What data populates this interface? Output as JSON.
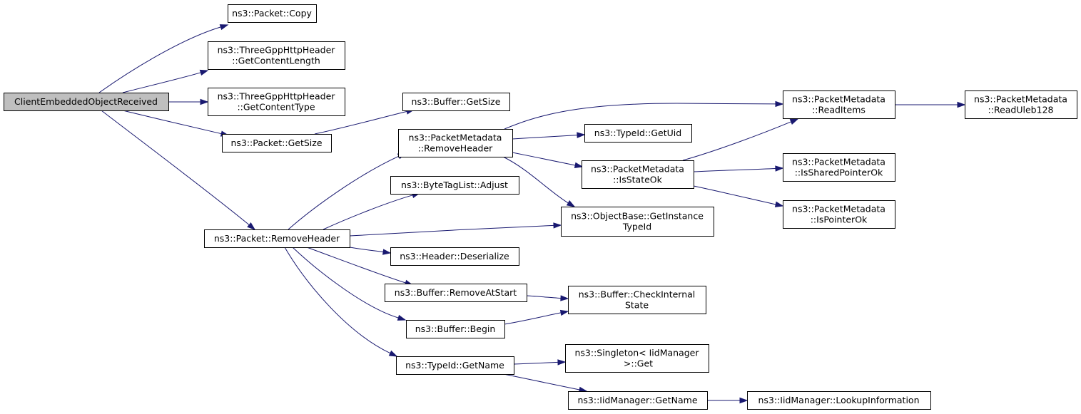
{
  "graph": {
    "root_fill": "#bfbfbf",
    "node_fill": "#ffffff",
    "edge_color": "#191970",
    "nodes": [
      {
        "id": "root",
        "lines": [
          "ClientEmbeddedObjectReceived"
        ]
      },
      {
        "id": "packet_copy",
        "lines": [
          "ns3::Packet::Copy"
        ]
      },
      {
        "id": "getcontentlength",
        "lines": [
          "ns3::ThreeGppHttpHeader",
          "::GetContentLength"
        ]
      },
      {
        "id": "getcontenttype",
        "lines": [
          "ns3::ThreeGppHttpHeader",
          "::GetContentType"
        ]
      },
      {
        "id": "packet_getsize",
        "lines": [
          "ns3::Packet::GetSize"
        ]
      },
      {
        "id": "packet_removeheader",
        "lines": [
          "ns3::Packet::RemoveHeader"
        ]
      },
      {
        "id": "buffer_getsize",
        "lines": [
          "ns3::Buffer::GetSize"
        ]
      },
      {
        "id": "pm_removeheader",
        "lines": [
          "ns3::PacketMetadata",
          "::RemoveHeader"
        ]
      },
      {
        "id": "bytetaglist_adjust",
        "lines": [
          "ns3::ByteTagList::Adjust"
        ]
      },
      {
        "id": "header_deserialize",
        "lines": [
          "ns3::Header::Deserialize"
        ]
      },
      {
        "id": "buffer_removeatstart",
        "lines": [
          "ns3::Buffer::RemoveAtStart"
        ]
      },
      {
        "id": "buffer_begin",
        "lines": [
          "ns3::Buffer::Begin"
        ]
      },
      {
        "id": "typeid_getname",
        "lines": [
          "ns3::TypeId::GetName"
        ]
      },
      {
        "id": "pm_readitems",
        "lines": [
          "ns3::PacketMetadata",
          "::ReadItems"
        ]
      },
      {
        "id": "typeid_getuid",
        "lines": [
          "ns3::TypeId::GetUid"
        ]
      },
      {
        "id": "pm_isstateok",
        "lines": [
          "ns3::PacketMetadata",
          "::IsStateOk"
        ]
      },
      {
        "id": "objectbase_getinstancetypeid",
        "lines": [
          "ns3::ObjectBase::GetInstance",
          "TypeId"
        ]
      },
      {
        "id": "buffer_checkinternalstate",
        "lines": [
          "ns3::Buffer::CheckInternal",
          "State"
        ]
      },
      {
        "id": "singleton_get",
        "lines": [
          "ns3::Singleton< IidManager",
          " >::Get"
        ]
      },
      {
        "id": "iidmanager_getname",
        "lines": [
          "ns3::IidManager::GetName"
        ]
      },
      {
        "id": "pm_readuleb128",
        "lines": [
          "ns3::PacketMetadata",
          "::ReadUleb128"
        ]
      },
      {
        "id": "pm_issharedpointerok",
        "lines": [
          "ns3::PacketMetadata",
          "::IsSharedPointerOk"
        ]
      },
      {
        "id": "pm_ispointerok",
        "lines": [
          "ns3::PacketMetadata",
          "::IsPointerOk"
        ]
      },
      {
        "id": "iidmanager_lookupinformation",
        "lines": [
          "ns3::IidManager::LookupInformation"
        ]
      }
    ],
    "edges": [
      {
        "from": "root",
        "to": "packet_copy"
      },
      {
        "from": "root",
        "to": "getcontentlength"
      },
      {
        "from": "root",
        "to": "getcontenttype"
      },
      {
        "from": "root",
        "to": "packet_getsize"
      },
      {
        "from": "root",
        "to": "packet_removeheader"
      },
      {
        "from": "packet_getsize",
        "to": "buffer_getsize"
      },
      {
        "from": "packet_removeheader",
        "to": "pm_removeheader"
      },
      {
        "from": "packet_removeheader",
        "to": "bytetaglist_adjust"
      },
      {
        "from": "packet_removeheader",
        "to": "objectbase_getinstancetypeid"
      },
      {
        "from": "packet_removeheader",
        "to": "header_deserialize"
      },
      {
        "from": "packet_removeheader",
        "to": "buffer_removeatstart"
      },
      {
        "from": "packet_removeheader",
        "to": "buffer_begin"
      },
      {
        "from": "packet_removeheader",
        "to": "typeid_getname"
      },
      {
        "from": "pm_removeheader",
        "to": "pm_readitems"
      },
      {
        "from": "pm_removeheader",
        "to": "typeid_getuid"
      },
      {
        "from": "pm_removeheader",
        "to": "pm_isstateok"
      },
      {
        "from": "pm_removeheader",
        "to": "objectbase_getinstancetypeid"
      },
      {
        "from": "pm_readitems",
        "to": "pm_readuleb128"
      },
      {
        "from": "pm_isstateok",
        "to": "pm_readitems"
      },
      {
        "from": "pm_isstateok",
        "to": "pm_issharedpointerok"
      },
      {
        "from": "pm_isstateok",
        "to": "pm_ispointerok"
      },
      {
        "from": "buffer_removeatstart",
        "to": "buffer_checkinternalstate"
      },
      {
        "from": "buffer_begin",
        "to": "buffer_checkinternalstate"
      },
      {
        "from": "typeid_getname",
        "to": "singleton_get"
      },
      {
        "from": "typeid_getname",
        "to": "iidmanager_getname"
      },
      {
        "from": "iidmanager_getname",
        "to": "iidmanager_lookupinformation"
      }
    ]
  }
}
